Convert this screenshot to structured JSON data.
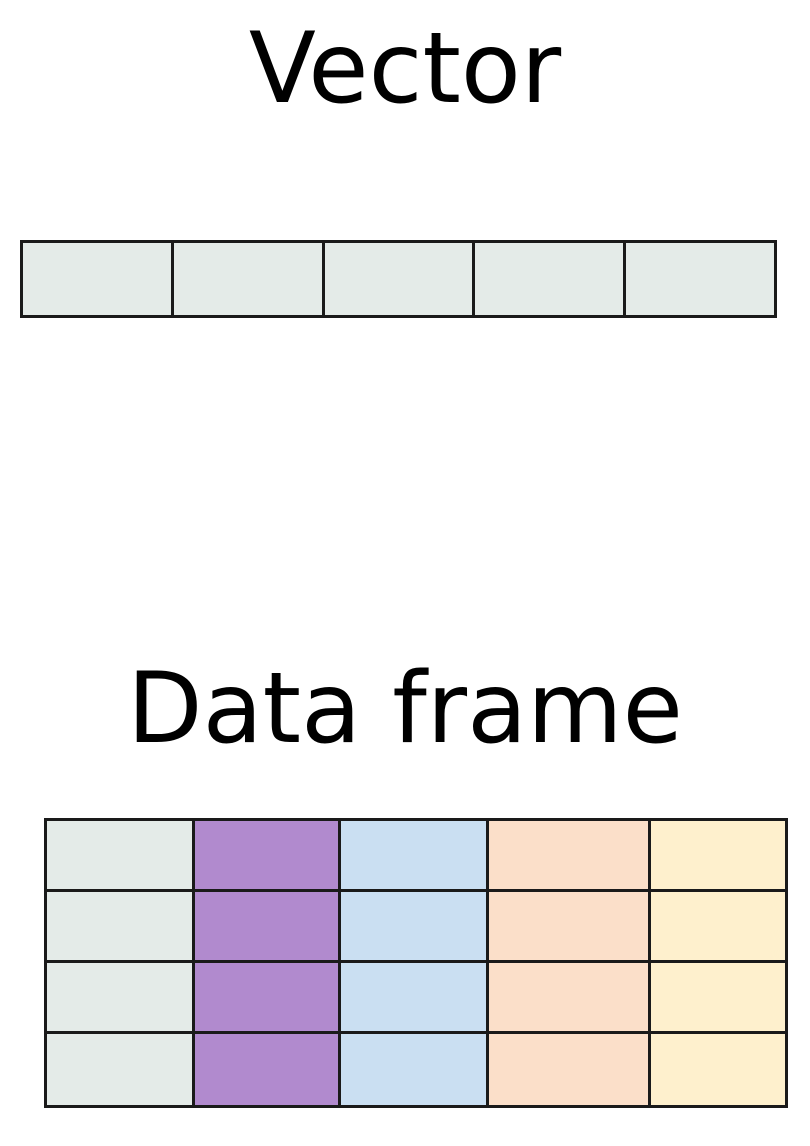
{
  "vector": {
    "title": "Vector",
    "cell_count": 5,
    "cell_color": "#e4ebe8"
  },
  "data_frame": {
    "title": "Data frame",
    "rows": 4,
    "column_colors": [
      "#e4ebe8",
      "#b18ace",
      "#cadff2",
      "#fbdfc9",
      "#fef0cd"
    ]
  },
  "border_color": "#1a1a1a"
}
